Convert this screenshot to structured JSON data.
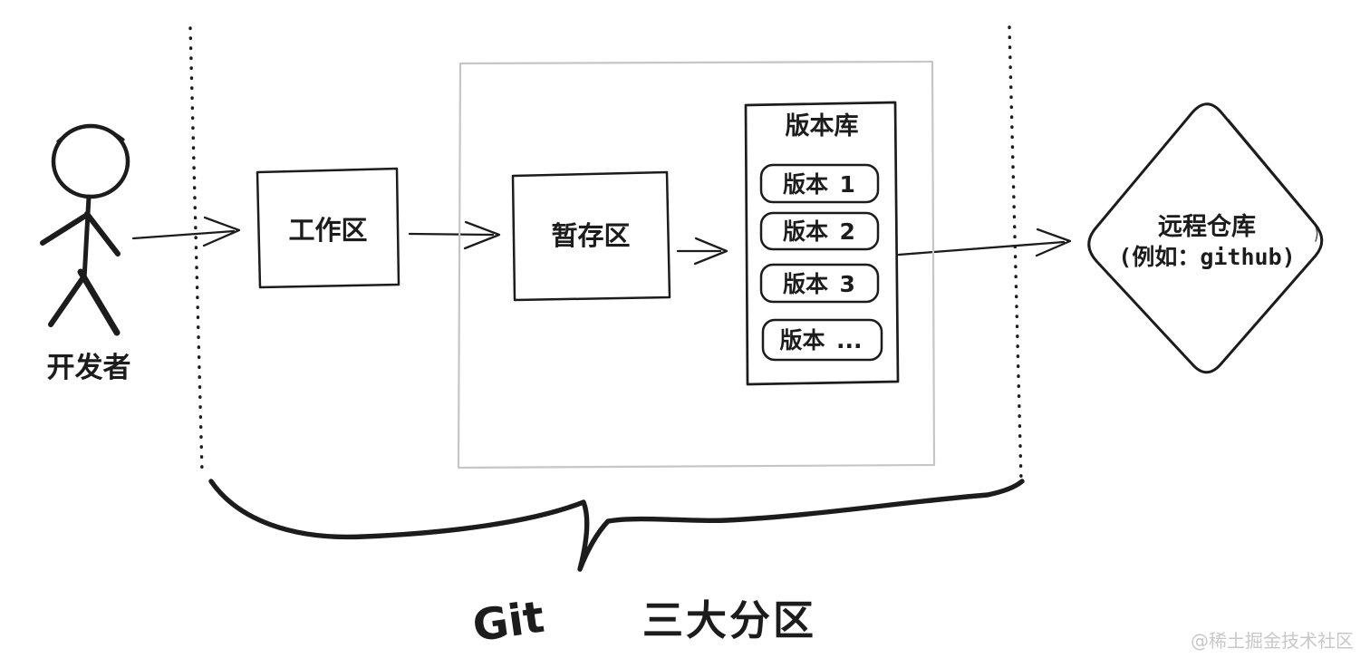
{
  "diagram": {
    "developer_label": "开发者",
    "working_area_label": "工作区",
    "staging_area_label": "暂存区",
    "repository": {
      "title": "版本库",
      "versions": [
        "版本 1",
        "版本 2",
        "版本 3",
        "版本 ..."
      ]
    },
    "remote": {
      "name": "远程仓库",
      "example": "(例如：github)"
    },
    "caption": {
      "git": "Git",
      "zones": "三大分区"
    },
    "watermark": "@稀土掘金技术社区",
    "colors": {
      "ink": "#1c1c1c",
      "outer_box_stroke": "#c6c6c6",
      "watermark": "#c8c8c8",
      "background": "#ffffff"
    }
  }
}
